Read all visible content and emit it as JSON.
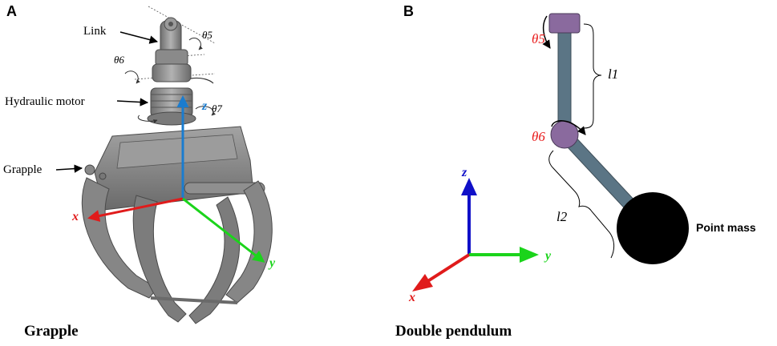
{
  "panels": {
    "a": {
      "letter": "A",
      "caption": "Grapple",
      "labels": {
        "link": "Link",
        "hydraulic_motor": "Hydraulic motor",
        "grapple": "Grapple",
        "theta5": "θ5",
        "theta6": "θ6",
        "theta7": "θ7"
      },
      "axes": {
        "x": "x",
        "y": "y",
        "z": "z"
      }
    },
    "b": {
      "letter": "B",
      "caption": "Double pendulum",
      "labels": {
        "theta5": "θ5",
        "theta6": "θ6",
        "l1": "l1",
        "l2": "l2",
        "point_mass": "Point mass"
      },
      "axes": {
        "x": "x",
        "y": "y",
        "z": "z"
      }
    }
  },
  "colors": {
    "axis_x": "#e01b1b",
    "axis_y": "#1bd41b",
    "axis_z_a": "#1a7ccf",
    "axis_z_b": "#1010c8",
    "angle_label": "#e81c1c",
    "pendulum_rod": "#5b7585",
    "joint": "#8a6a9e",
    "mass": "#000000",
    "grapple_body": "#8c8c8c"
  }
}
